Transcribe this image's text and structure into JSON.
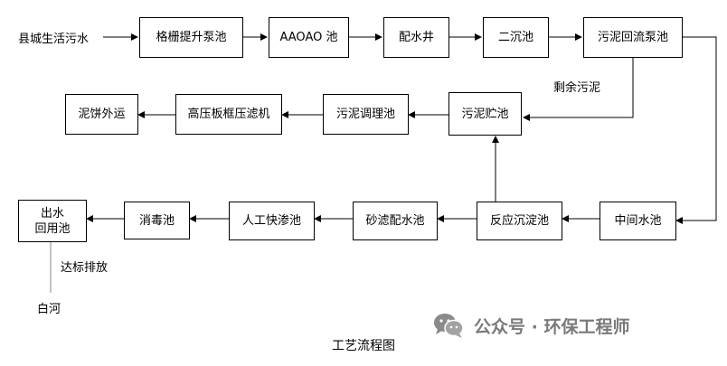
{
  "diagram": {
    "title": "工艺流程图",
    "source_label": "县城生活污水",
    "nodes": {
      "grille_pump": "格栅提升泵池",
      "aaoao": "AAOAO 池",
      "distribution_well": "配水井",
      "secondary_clarifier": "二沉池",
      "sludge_return_pump": "污泥回流泵池",
      "sludge_storage": "污泥贮池",
      "sludge_conditioning": "污泥调理池",
      "filter_press": "高压板框压滤机",
      "sludge_cake_out": "泥饼外运",
      "intermediate_tank": "中间水池",
      "reaction_settling": "反应沉淀池",
      "sand_filter_tank": "砂滤配水池",
      "rapid_infiltration": "人工快渗池",
      "disinfection": "消毒池",
      "outlet_line1": "出水",
      "outlet_line2": "回用池"
    },
    "edge_labels": {
      "excess_sludge": "剩余污泥",
      "discharge": "达标排放"
    },
    "destination_label": "白河"
  },
  "watermark": {
    "text": "公众号 · 环保工程师",
    "icon": "wechat-icon"
  }
}
